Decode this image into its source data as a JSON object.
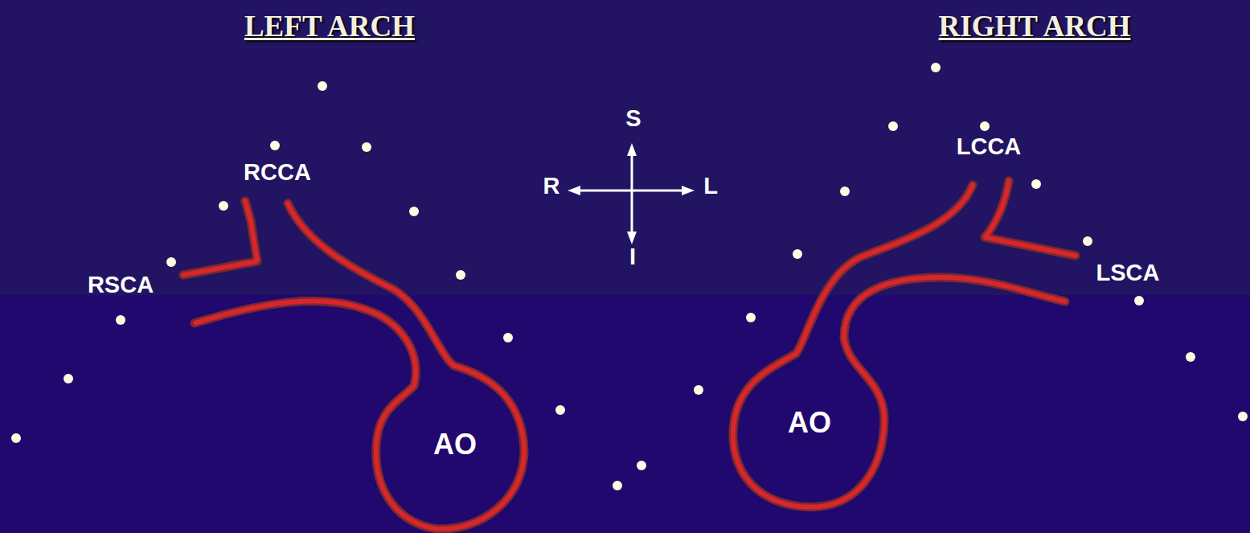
{
  "diagram": {
    "nodes": [
      {
        "text": [
          "AO"
        ]
      },
      {
        "text": [
          "AO"
        ]
      }
    ],
    "labels": [
      "LEFT ARCH",
      "RIGHT ARCH",
      "S",
      "RCCA",
      "LCCA",
      "R",
      "L",
      "I",
      "RSCA",
      "LSCA"
    ]
  }
}
